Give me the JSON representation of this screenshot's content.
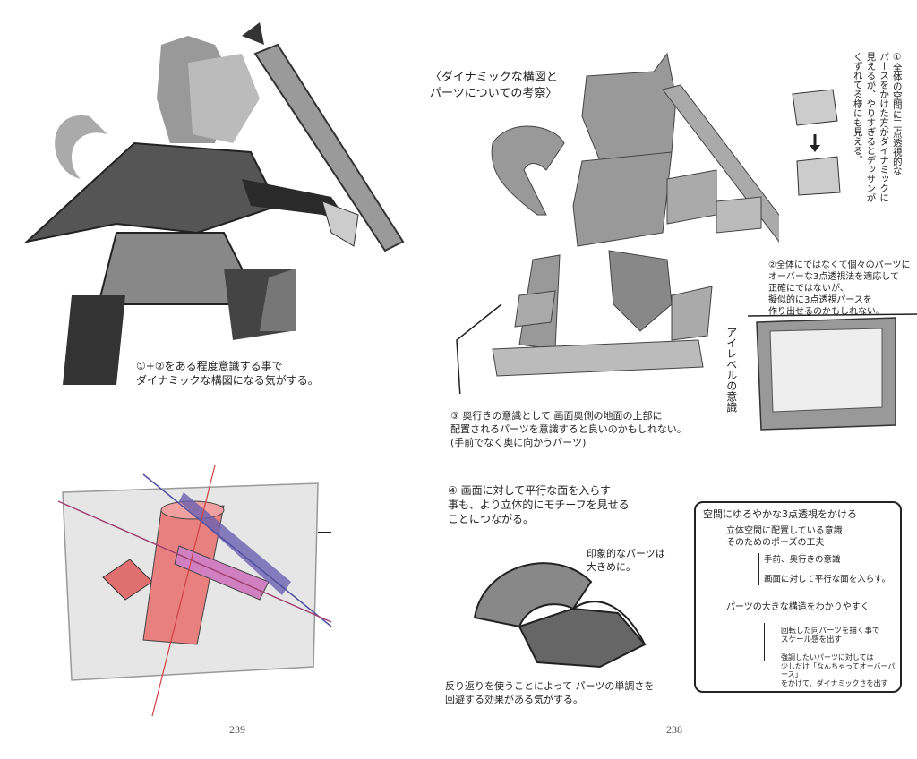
{
  "left_page": {
    "caption": "①+②をある程度意識する事で\nダイナミックな構図になる気がする。",
    "page_number": "239"
  },
  "right_page": {
    "title": "〈ダイナミックな構図と\nパーツについての考察〉",
    "note1": "①全体の空間に三点透視的な\nパースをかけた方がダイナミックに\n見えるが、やりすぎるとデッサンが\nくずれてる様にも見える。",
    "note2": "②全体にではなくて個々のパーツに\nオーバーな3点透視法を適応して\n正確にではないが、\n擬似的に3点透視パースを\n作り出せるのかもしれない。",
    "eye_level": "アイレベルの意識",
    "note3": "③ 奥行きの意識として 画面奥側の地面の上部に\n配置されるパーツを意識すると良いのかもしれない。\n(手前でなく奥に向かうパーツ)",
    "note4": "④ 画面に対して平行な面を入らす\n事も、より立体的にモチーフを見せる\nことにつながる。",
    "impressive_parts": "印象的なパーツは\n大きめに。",
    "curve_note": "反り返りを使うことによって パーツの単調さを\n回避する効果がある気がする。",
    "summary_box": {
      "heading": "空間にゆるやかな3点透視をかける",
      "branch1": "立体空間に配置している意識\nそのためのポーズの工夫",
      "branch1_items": [
        "手前、奥行きの意識",
        "画面に対して平行な面を入らす。"
      ],
      "branch2": "パーツの大きな構造をわかりやすく",
      "branch2_items": [
        "回転した同パーツを描く事で\nスケール感を出す",
        "強調したいパーツに対しては\n少しだけ「なんちゃってオーバーパース」\nをかけて、ダイナミックさを出す"
      ]
    },
    "page_number": "238"
  }
}
